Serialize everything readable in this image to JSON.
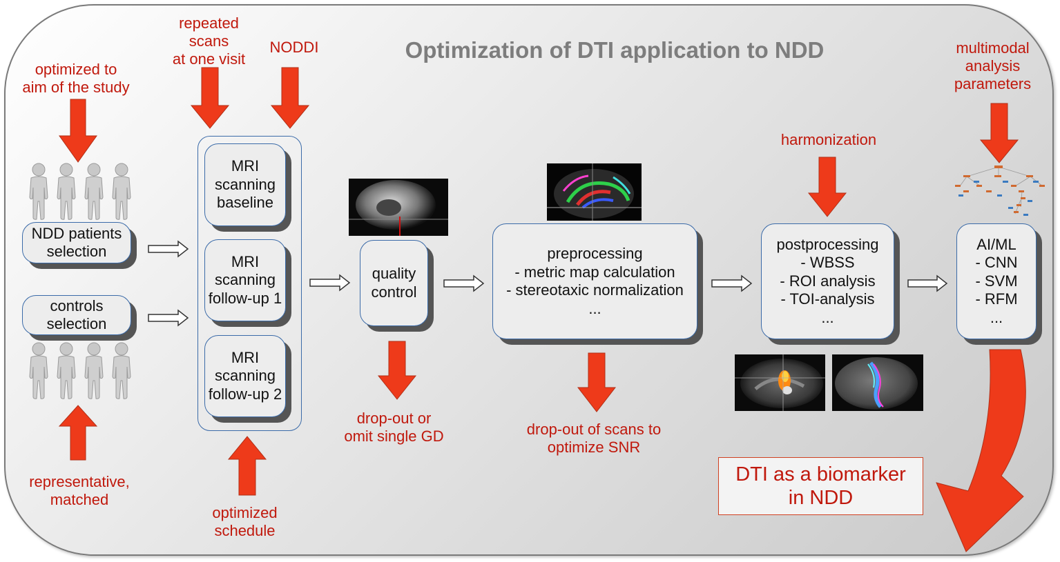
{
  "title": "Optimization of DTI application to NDD",
  "colors": {
    "accent_red": "#ee3a1a",
    "label_red": "#c0180c",
    "box_border": "#3a6aa8",
    "title_gray": "#7d7d7d"
  },
  "boxes": {
    "ndd_patients": [
      "NDD patients",
      "selection"
    ],
    "controls": [
      "controls",
      "selection"
    ],
    "mri_baseline": [
      "MRI",
      "scanning",
      "baseline"
    ],
    "mri_followup1": [
      "MRI",
      "scanning",
      "follow-up 1"
    ],
    "mri_followup2": [
      "MRI",
      "scanning",
      "follow-up 2"
    ],
    "quality_control": [
      "quality",
      "control"
    ],
    "preprocessing": [
      "preprocessing",
      "- metric map calculation",
      "- stereotaxic normalization",
      "..."
    ],
    "postprocessing": [
      "postprocessing",
      "- WBSS",
      "- ROI analysis",
      "- TOI-analysis",
      "..."
    ],
    "ai_ml": [
      "AI/ML",
      "- CNN",
      "- SVM",
      "- RFM",
      "..."
    ]
  },
  "annotations": {
    "optimized_aim": [
      "optimized to",
      "aim of the study"
    ],
    "representative": [
      "representative,",
      "matched"
    ],
    "repeated_scans": [
      "repeated",
      "scans",
      "at one visit"
    ],
    "noddi": "NODDI",
    "optimized_schedule": [
      "optimized",
      "schedule"
    ],
    "dropout_single": [
      "drop-out or",
      "omit single GD"
    ],
    "dropout_snr": [
      "drop-out of scans to",
      "optimize SNR"
    ],
    "harmonization": "harmonization",
    "multimodal": [
      "multimodal",
      "analysis",
      "parameters"
    ]
  },
  "result": [
    "DTI as a biomarker",
    "in NDD"
  ],
  "icons": [
    "person-icon",
    "brain-scan-icon",
    "decision-tree-icon",
    "arrow-icon"
  ]
}
